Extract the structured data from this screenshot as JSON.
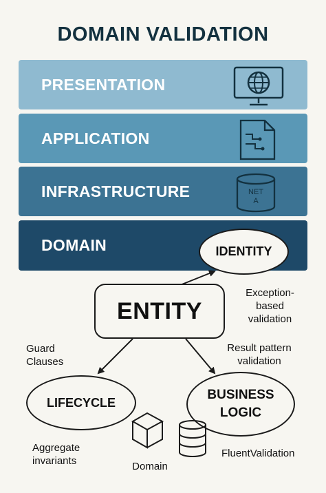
{
  "title": "DOMAIN VALIDATION",
  "layers": [
    {
      "label": "PRESENTATION",
      "icon": "monitor-globe-icon",
      "color": "#8fbad0"
    },
    {
      "label": "APPLICATION",
      "icon": "document-code-icon",
      "color": "#5a98b6"
    },
    {
      "label": "INFRASTRUCTURE",
      "icon": "database-icon",
      "icon_text": "NET\nA",
      "color": "#3c7393"
    },
    {
      "label": "DOMAIN",
      "color": "#1e4968"
    }
  ],
  "nodes": {
    "identity": "IDENTITY",
    "entity": "ENTITY",
    "lifecycle": "LIFECYCLE",
    "business_logic": "BUSINESS\nLOGIC"
  },
  "notes": {
    "exception": "Exception-\nbased\nvalidation",
    "guard": "Guard\nClauses",
    "result": "Result pattern\nvalidation",
    "aggregate": "Aggregate\ninvariants",
    "domain": "Domain",
    "fluent": "FluentValidation"
  },
  "icon_text": {
    "net_top": "NET",
    "net_bottom": "A"
  }
}
